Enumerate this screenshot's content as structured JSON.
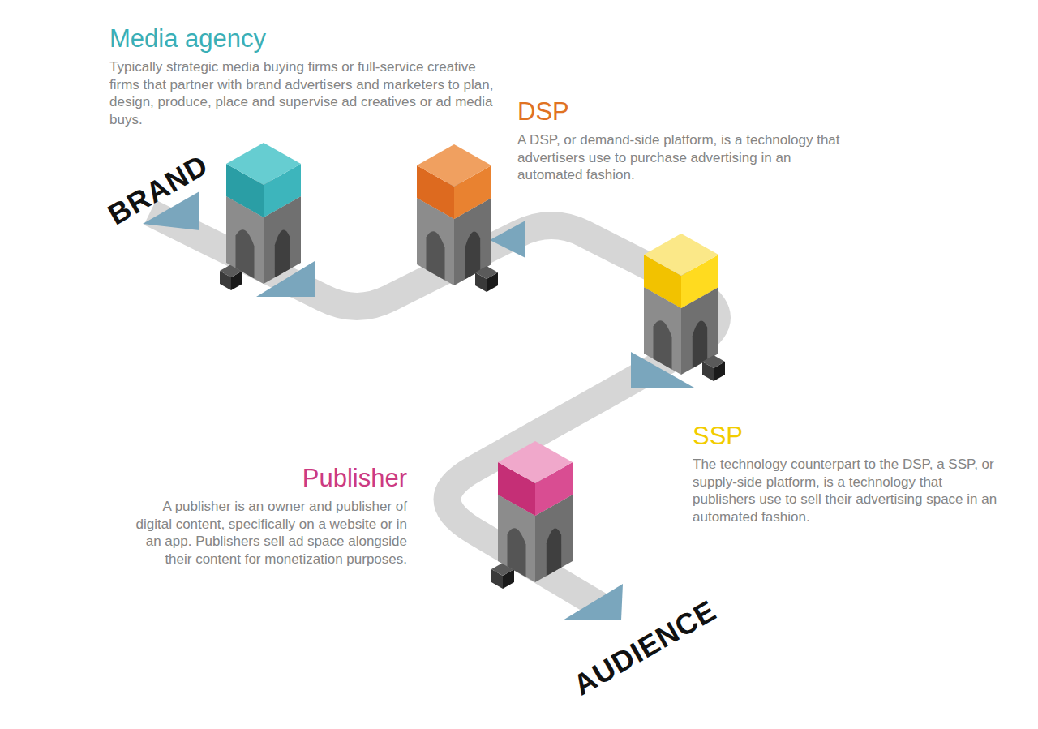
{
  "diagram": {
    "nodes": [
      {
        "text": [
          "Media agency",
          "Typically strategic media buying firms or full-service creative firms that partner with brand advertisers and marketers to plan, design, produce, place and supervise ad creatives or ad media buys."
        ]
      },
      {
        "text": [
          "DSP",
          "A DSP, or demand-side platform, is a technology that advertisers use to purchase advertising in an automated fashion."
        ]
      },
      {
        "text": [
          "SSP",
          "The technology counterpart to the DSP, a SSP, or supply-side platform, is a technology that publishers use to sell their advertising space in an automated fashion."
        ]
      },
      {
        "text": [
          "Publisher",
          "A publisher is an owner and publisher of digital content, specifically on a website or in an app. Publishers sell ad space alongside their content for monetization purposes."
        ]
      }
    ],
    "labels": [
      "BRAND",
      "AUDIENCE"
    ]
  }
}
